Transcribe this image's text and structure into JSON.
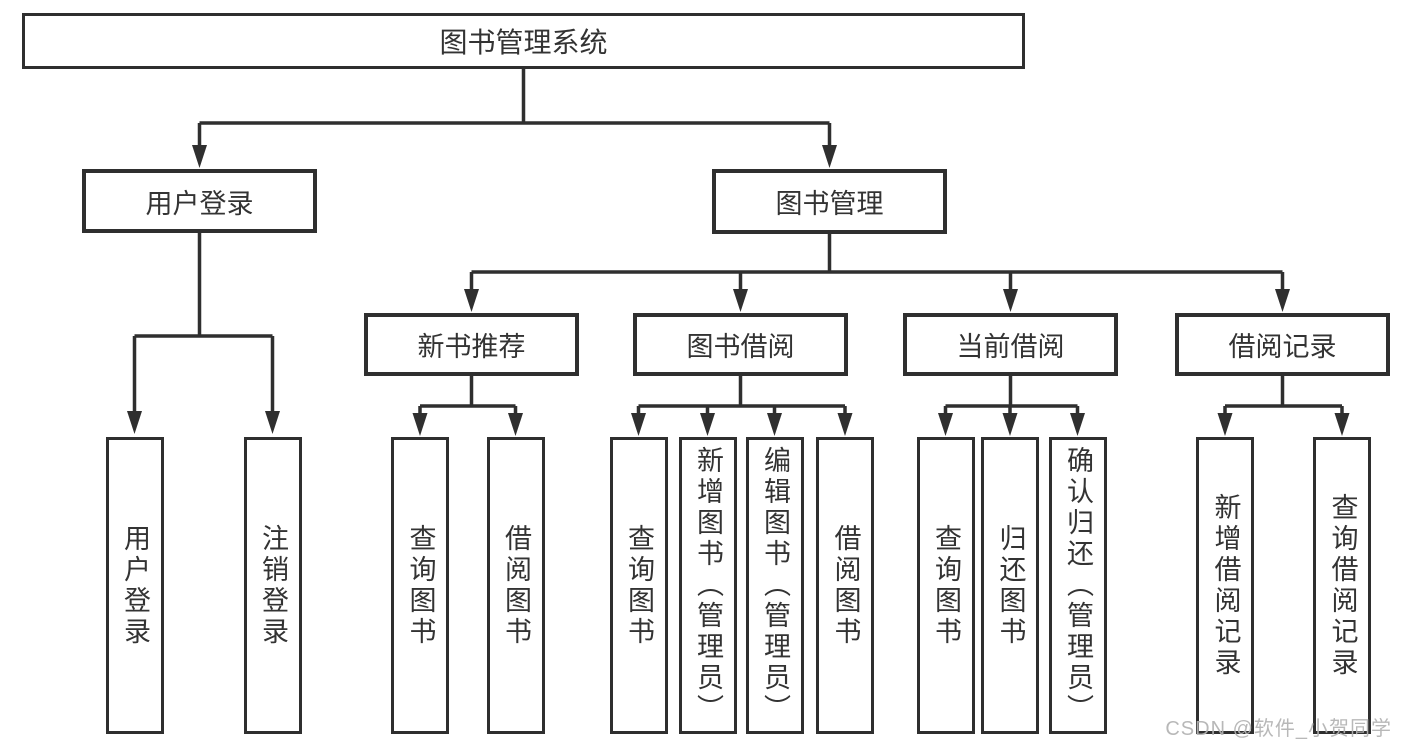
{
  "tree": {
    "root": "图书管理系统",
    "branches": [
      {
        "label": "用户登录",
        "children": [
          "用户登录",
          "注销登录"
        ]
      },
      {
        "label": "图书管理",
        "sections": [
          {
            "label": "新书推荐",
            "children": [
              "查询图书",
              "借阅图书"
            ]
          },
          {
            "label": "图书借阅",
            "children": [
              "查询图书",
              "新增图书（管理员）",
              "编辑图书（管理员）",
              "借阅图书"
            ]
          },
          {
            "label": "当前借阅",
            "children": [
              "查询图书",
              "归还图书",
              "确认归还（管理员）"
            ]
          },
          {
            "label": "借阅记录",
            "children": [
              "新增借阅记录",
              "查询借阅记录"
            ]
          }
        ]
      }
    ]
  },
  "watermark": "CSDN @软件_小贺同学",
  "colors": {
    "line": "#2f2f2f",
    "text": "#333333",
    "background": "#ffffff",
    "watermark": "#b3b3b3"
  }
}
